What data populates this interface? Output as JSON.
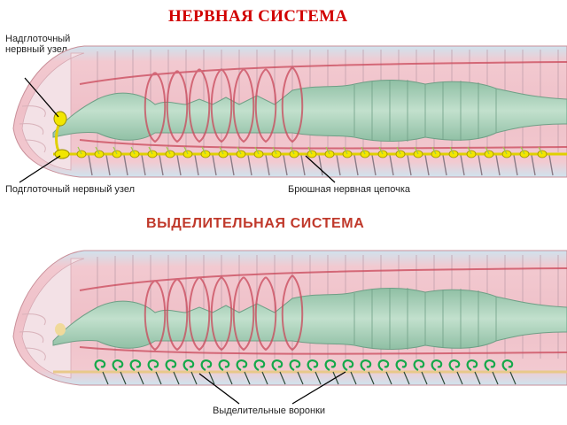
{
  "top_diagram": {
    "title": "НЕРВНАЯ СИСТЕМА",
    "labels": {
      "supraesophageal": "Надглоточный нервный узел",
      "subesophageal": "Подглоточный нервный узел",
      "ventral_chain": "Брюшная нервная цепочка"
    }
  },
  "bottom_diagram": {
    "title": "ВЫДЕЛИТЕЛЬНАЯ СИСТЕМА",
    "labels": {
      "funnels": "Выделительные воронки"
    }
  },
  "colors": {
    "title_red": "#d10000",
    "body_pink": "#f1c6cc",
    "gut_green": "#a9cfb8",
    "vessel_red": "#c9485a",
    "nerve_yellow": "#f2e600",
    "funnel_green": "#15a84a"
  }
}
